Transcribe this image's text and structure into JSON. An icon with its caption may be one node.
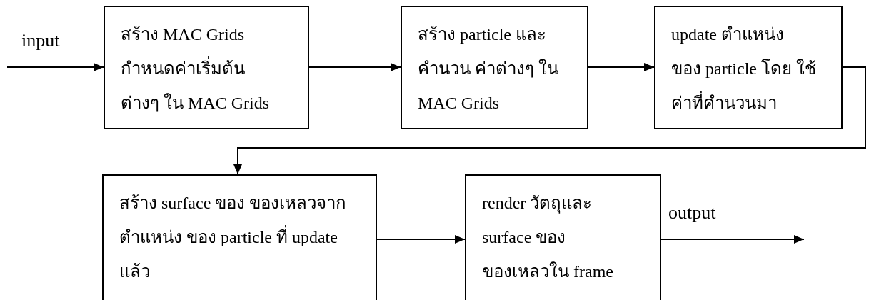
{
  "diagram": {
    "nodes": [
      {
        "text": [
          "สร้าง MAC Grids กำหนดค่าเริ่มต้นต่างๆ ใน MAC Grids"
        ]
      },
      {
        "text": [
          "สร้าง particle และ คำนวน ค่าต่างๆ ใน MAC Grids"
        ]
      },
      {
        "text": [
          "update ตำแหน่ง ของ particle โดย ใช้ค่าที่คำนวนมา"
        ]
      },
      {
        "text": [
          "สร้าง surface ของ ของเหลวจาก ตำแหน่ง ของ particle ที่ update แล้ว"
        ]
      },
      {
        "text": [
          "render วัตถุและ surface ของ ของเหลวใน frame"
        ]
      }
    ],
    "edges": [
      {
        "from": null,
        "to": 0,
        "arrow": "to",
        "label": "input"
      },
      {
        "from": 0,
        "to": 1,
        "arrow": "to"
      },
      {
        "from": 1,
        "to": 2,
        "arrow": "to"
      },
      {
        "from": 2,
        "to": 3,
        "arrow": "to"
      },
      {
        "from": 3,
        "to": 4,
        "arrow": "to"
      },
      {
        "from": 4,
        "to": null,
        "arrow": "to",
        "label": "output"
      }
    ]
  }
}
